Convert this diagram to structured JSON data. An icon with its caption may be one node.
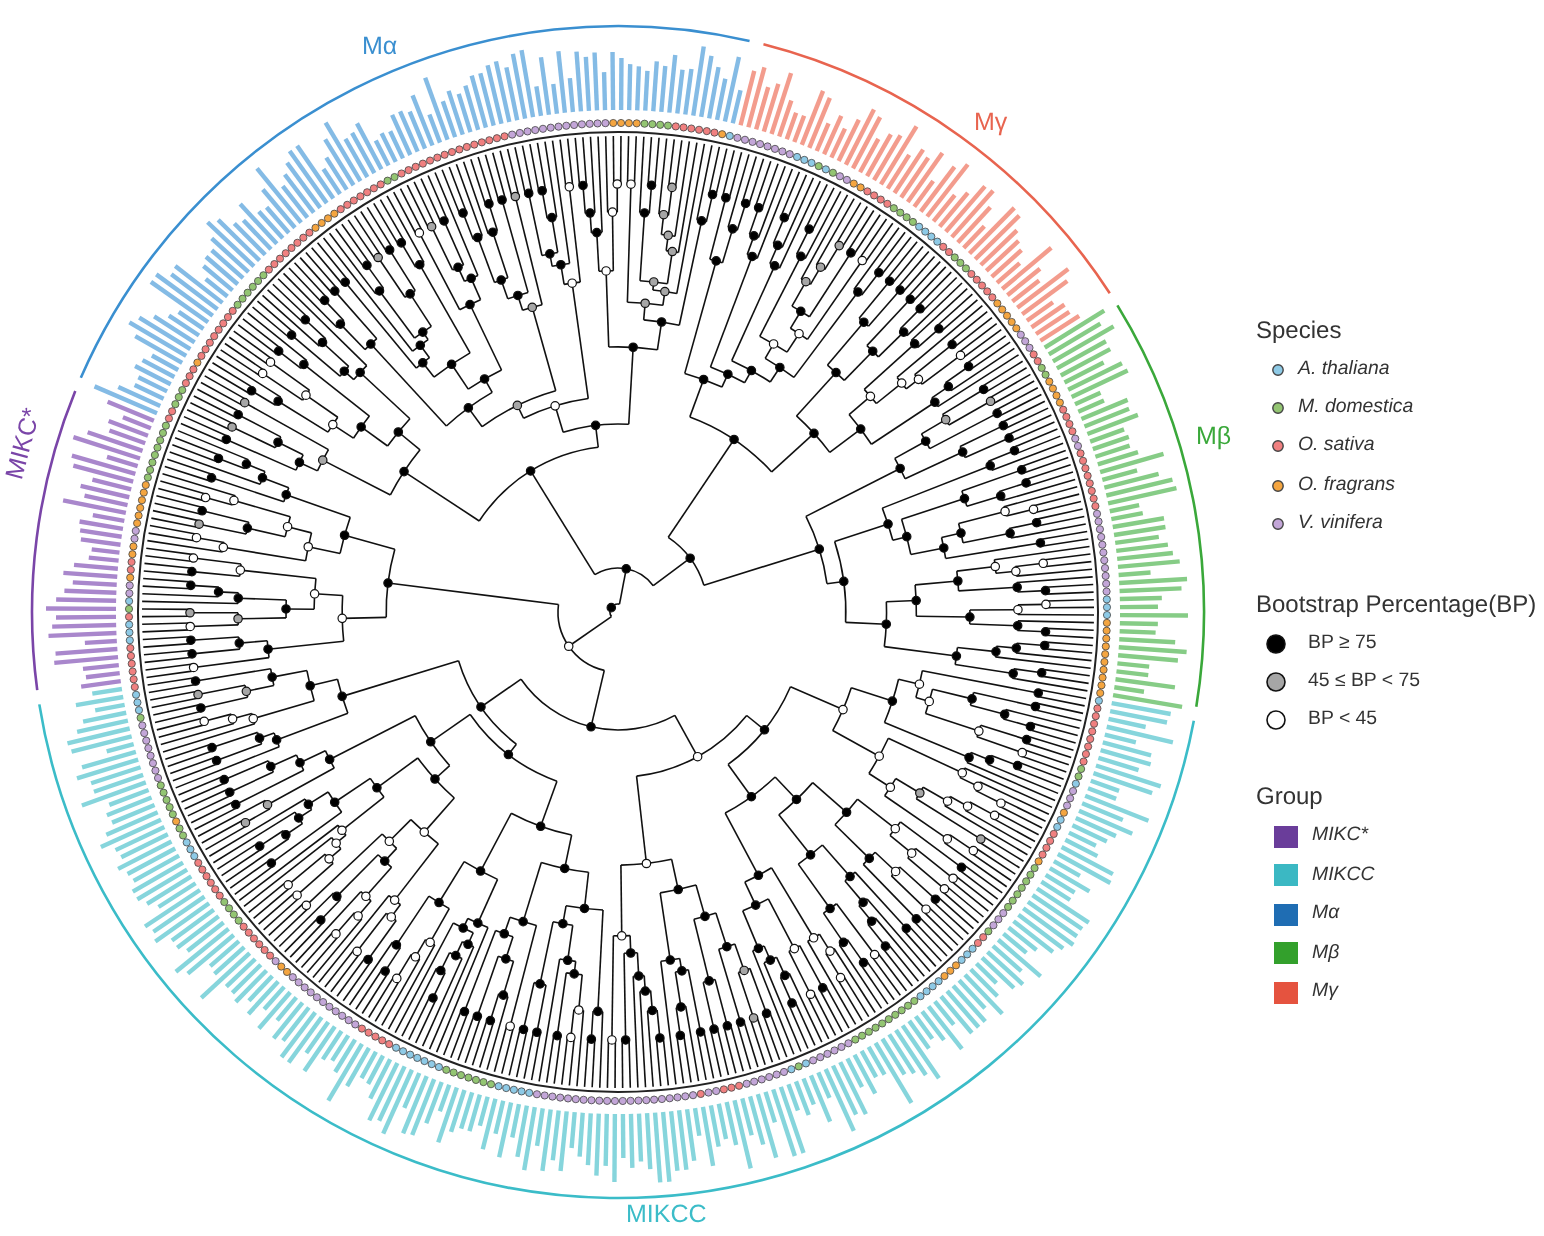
{
  "diagram": {
    "labels": [
      "Mα",
      "Mγ",
      "Species",
      "Mβ",
      "MIKC*",
      "Bootstrap Percentage(BP)",
      "Group",
      "MIKCC"
    ],
    "legend": [
      {
        "text": "A. thaliana",
        "color": "#8ecae6"
      },
      {
        "text": "M. domestica",
        "color": "#93c572"
      },
      {
        "text": "O. sativa",
        "color": "#f08080"
      },
      {
        "text": "O. fragrans",
        "color": "#f4a540"
      },
      {
        "text": "V. vinifera",
        "color": "#c3a6d8"
      },
      {
        "text": "BP ≥ 75",
        "color": "#000000"
      },
      {
        "text": "45 ≤ BP < 75",
        "color": "#a6a6a6"
      },
      {
        "text": "BP < 45"
      },
      {
        "text": "MIKC*",
        "color": "#6a3d9a"
      },
      {
        "text": "MIKCC",
        "color": "#3bb8c3"
      },
      {
        "text": "Mα",
        "color": "#1f6db3"
      },
      {
        "text": "Mβ",
        "color": "#33a02c"
      },
      {
        "text": "Mγ",
        "color": "#e5533f"
      }
    ]
  }
}
